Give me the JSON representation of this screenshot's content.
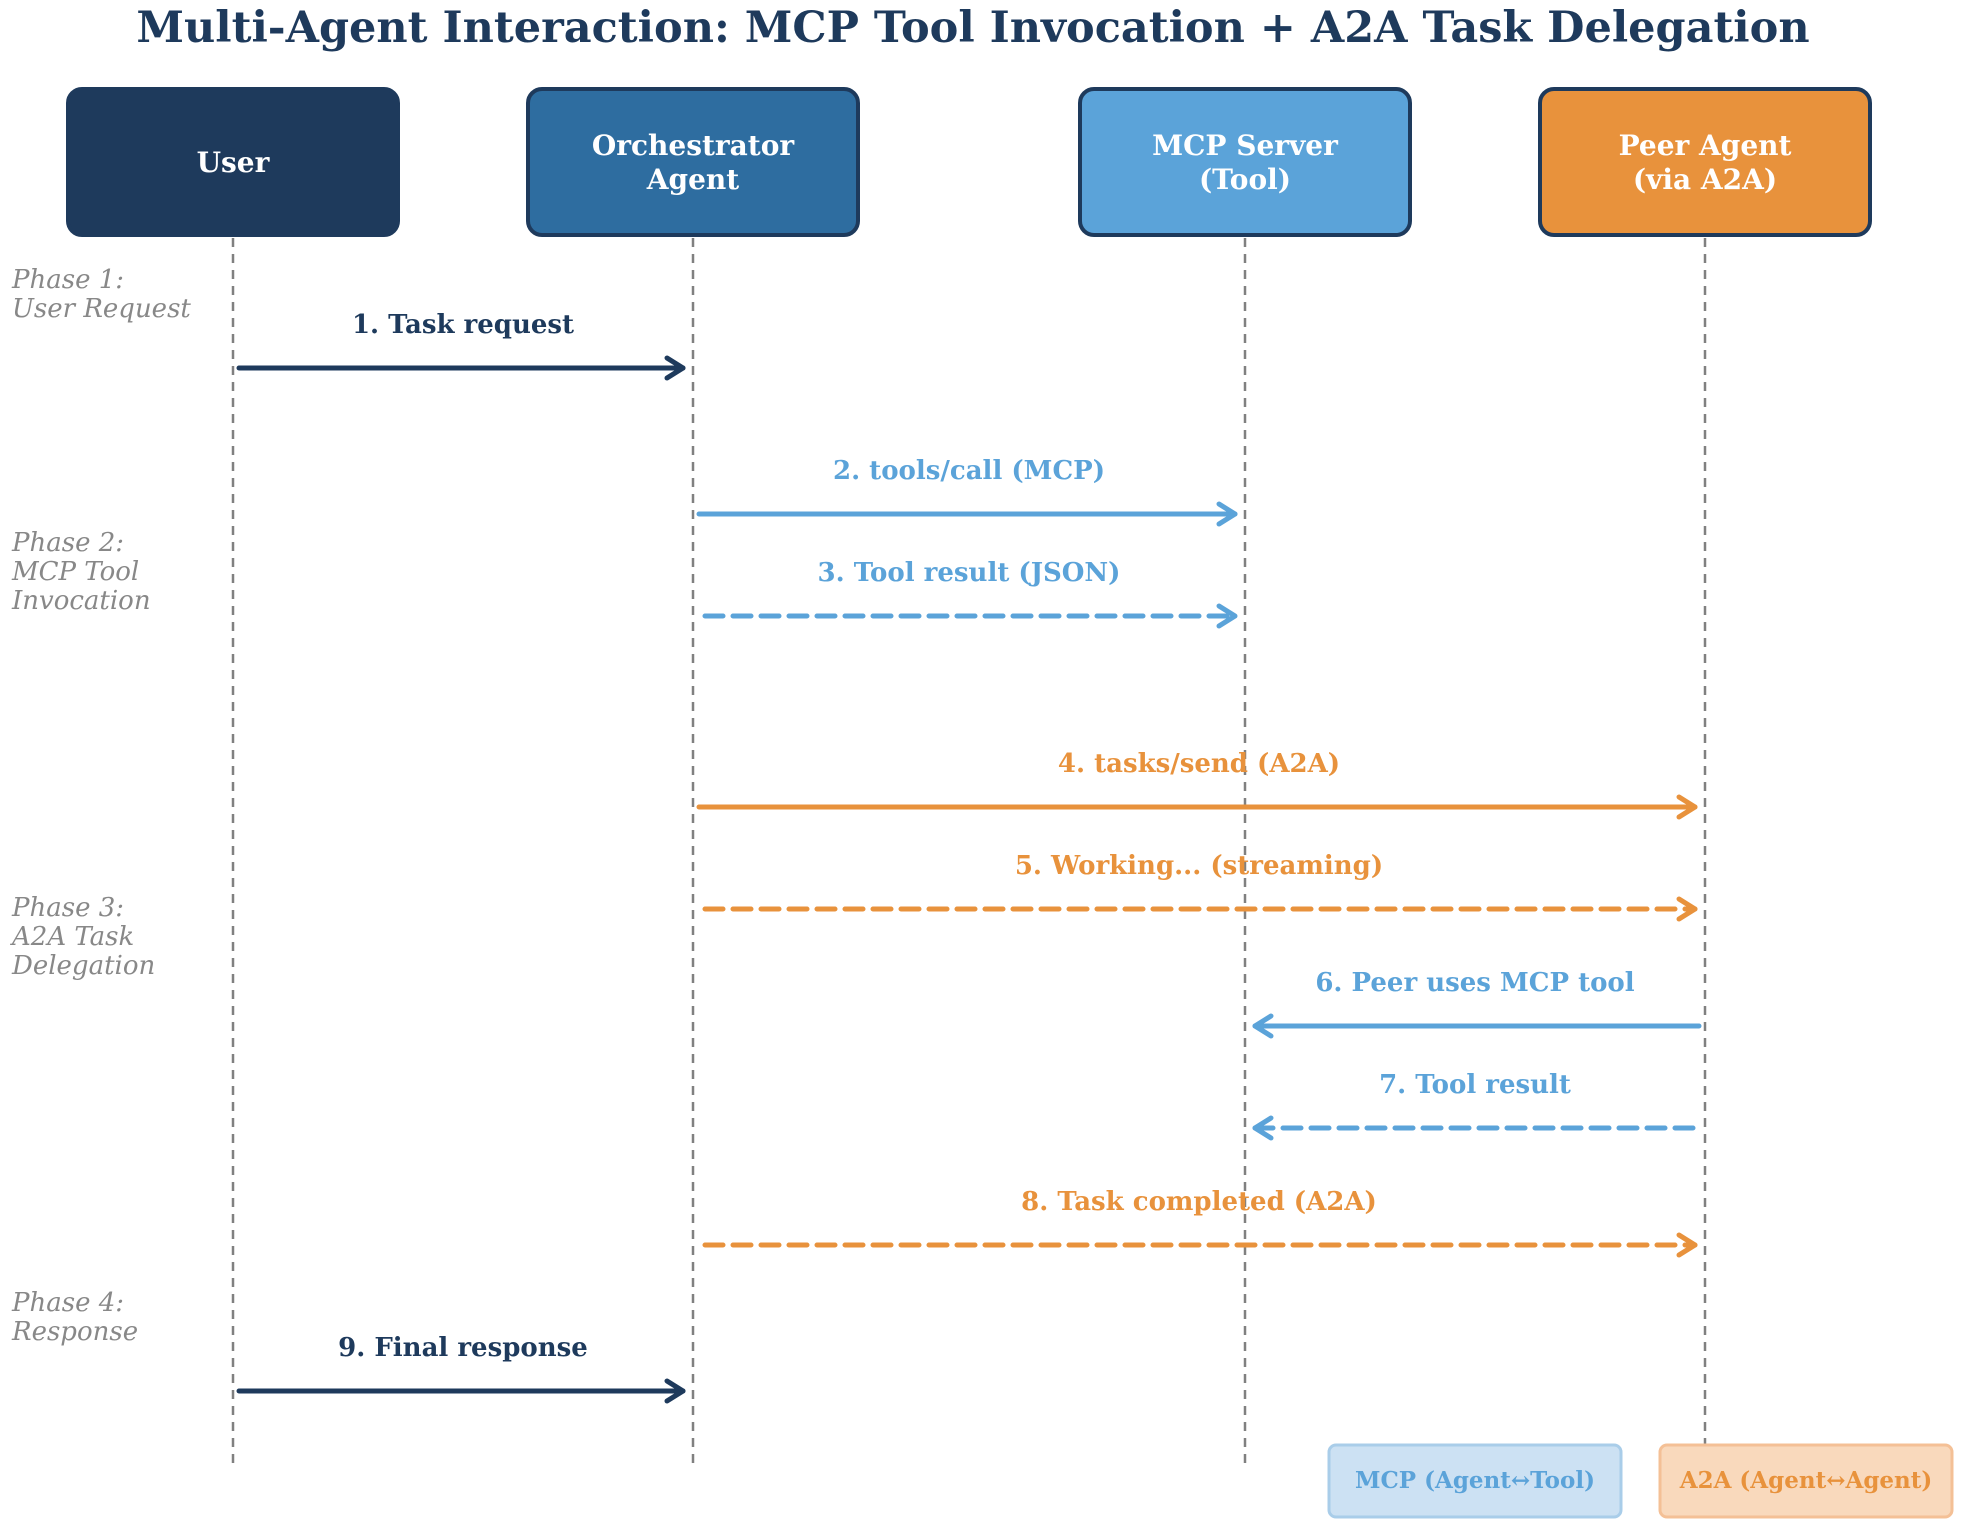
{
  "title": "Multi-Agent Interaction: MCP Tool Invocation + A2A Task Delegation",
  "colors": {
    "navy": "#1e3a5c",
    "blue": "#2e6da0",
    "light_blue": "#5ba3d9",
    "orange": "#e8923c",
    "lifeline": "#808080",
    "phase_text": "#888888"
  },
  "actors": [
    {
      "id": "user",
      "lines": [
        "User"
      ],
      "color": "#1e3a5c"
    },
    {
      "id": "orchestrator",
      "lines": [
        "Orchestrator",
        "Agent"
      ],
      "color": "#2e6da0"
    },
    {
      "id": "mcp",
      "lines": [
        "MCP Server",
        "(Tool)"
      ],
      "color": "#5ba3d9"
    },
    {
      "id": "peer",
      "lines": [
        "Peer Agent",
        "(via A2A)"
      ],
      "color": "#e8923c"
    }
  ],
  "phases": [
    {
      "lines": [
        "Phase 1:",
        "User Request"
      ]
    },
    {
      "lines": [
        "Phase 2:",
        "MCP Tool",
        "Invocation"
      ]
    },
    {
      "lines": [
        "Phase 3:",
        "A2A Task",
        "Delegation"
      ]
    },
    {
      "lines": [
        "Phase 4:",
        "Response"
      ]
    }
  ],
  "messages": [
    {
      "label": "1. Task request",
      "from": "user",
      "to": "orchestrator",
      "style": "solid",
      "color": "#1e3a5c"
    },
    {
      "label": "2. tools/call (MCP)",
      "from": "orchestrator",
      "to": "mcp",
      "style": "solid",
      "color": "#5ba3d9"
    },
    {
      "label": "3. Tool result (JSON)",
      "from": "orchestrator",
      "to": "mcp",
      "style": "dashed",
      "color": "#5ba3d9"
    },
    {
      "label": "4. tasks/send (A2A)",
      "from": "orchestrator",
      "to": "peer",
      "style": "solid",
      "color": "#e8923c"
    },
    {
      "label": "5. Working... (streaming)",
      "from": "orchestrator",
      "to": "peer",
      "style": "dashed",
      "color": "#e8923c"
    },
    {
      "label": "6. Peer uses MCP tool",
      "from": "peer",
      "to": "mcp",
      "style": "solid",
      "color": "#5ba3d9"
    },
    {
      "label": "7. Tool result",
      "from": "peer",
      "to": "mcp",
      "style": "dashed",
      "color": "#5ba3d9"
    },
    {
      "label": "8. Task completed (A2A)",
      "from": "orchestrator",
      "to": "peer",
      "style": "dashed",
      "color": "#e8923c"
    },
    {
      "label": "9. Final response",
      "from": "user",
      "to": "orchestrator",
      "style": "solid",
      "color": "#1e3a5c"
    }
  ],
  "legend": [
    {
      "label": "MCP (Agent↔Tool)",
      "text_color": "#5ba3d9",
      "fill": "#cce1f3",
      "border": "#a9cde9"
    },
    {
      "label": "A2A (Agent↔Agent)",
      "text_color": "#e8923c",
      "fill": "#f9d9bc",
      "border": "#f4c096"
    }
  ]
}
